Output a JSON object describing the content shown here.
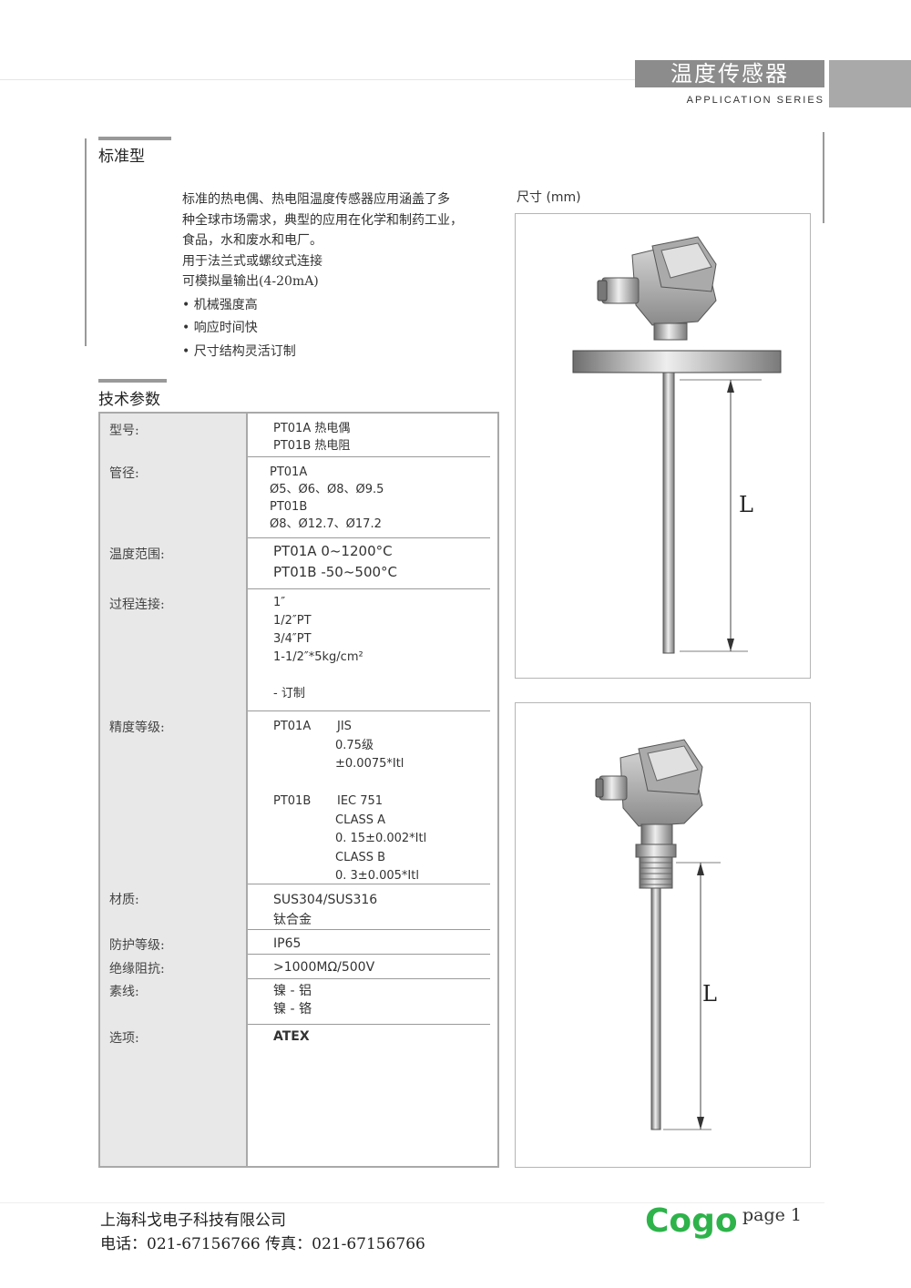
{
  "header": {
    "title": "温度传感器",
    "subtitle": "APPLICATION SERIES"
  },
  "section_standard": {
    "title": "标准型"
  },
  "intro": {
    "line1": "标准的热电偶、热电阻温度传感器应用涵盖了多",
    "line2": "种全球市场需求，典型的应用在化学和制药工业，",
    "line3": "食品，水和废水和电厂。",
    "line4": "用于法兰式或螺纹式连接",
    "line5": "可模拟量输出(4-20mA)",
    "bullets": [
      "• 机械强度高",
      "• 响应时间快",
      "• 尺寸结构灵活订制"
    ]
  },
  "dimensions": {
    "label": "尺寸 (mm)",
    "length_symbol": "L"
  },
  "section_specs": {
    "title": "技术参数"
  },
  "specs": {
    "model": {
      "label": "型号:",
      "v1": "PT01A 热电偶",
      "v2": "PT01B 热电阻"
    },
    "diameter": {
      "label": "管径:",
      "v1": "PT01A",
      "v2": "Ø5、Ø6、Ø8、Ø9.5",
      "v3": "PT01B",
      "v4": "Ø8、Ø12.7、Ø17.2"
    },
    "temp_range": {
      "label": "温度范围:",
      "v1": "PT01A  0~1200°C",
      "v2": "PT01B  -50~500°C"
    },
    "connection": {
      "label": "过程连接:",
      "v1": "1″",
      "v2": "1/2″PT",
      "v3": "3/4″PT",
      "v4": "1-1/2″*5kg/cm²",
      "v5": "- 订制"
    },
    "accuracy": {
      "label": "精度等级:",
      "a_model": "PT01A",
      "a1": "JIS",
      "a2": "0.75级",
      "a3": "±0.0075*Itl",
      "b_model": "PT01B",
      "b1": "IEC 751",
      "b2": "CLASS A",
      "b3": "0. 15±0.002*Itl",
      "b4": "CLASS B",
      "b5": "0. 3±0.005*Itl"
    },
    "material": {
      "label": "材质:",
      "v1": "SUS304/SUS316",
      "v2": "钛合金"
    },
    "protection": {
      "label": "防护等级:",
      "v1": "IP65"
    },
    "insulation": {
      "label": "绝缘阻抗:",
      "v1": ">1000MΩ/500V"
    },
    "wire": {
      "label": "素线:",
      "v1": "镍 - 铝",
      "v2": "镍 - 铬"
    },
    "options": {
      "label": "选项:",
      "v1": "ATEX"
    }
  },
  "footer": {
    "company": "上海科戈电子科技有限公司",
    "contact": "电话：021-67156766   传真：021-67156766",
    "logo_text": "Cogo",
    "page": "page 1",
    "logo_color": "#2db34a"
  }
}
